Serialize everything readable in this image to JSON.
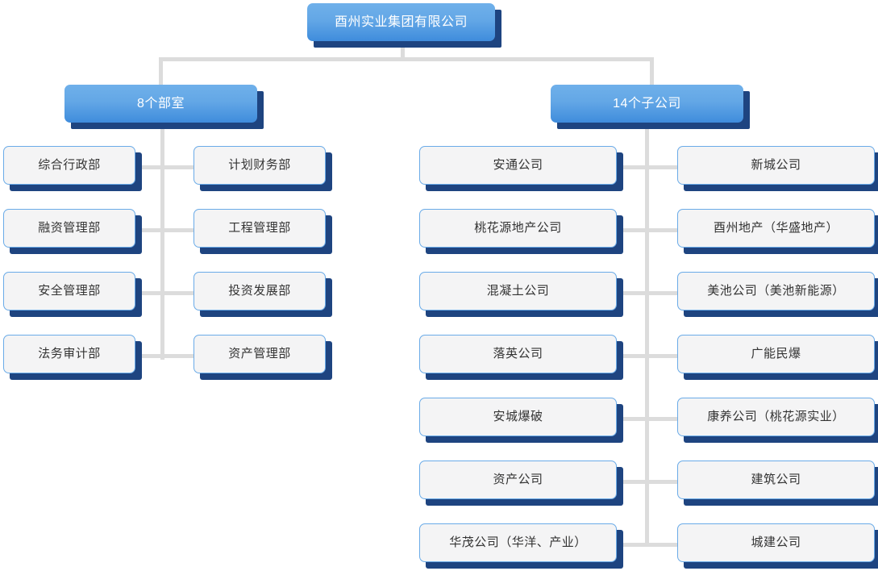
{
  "chart": {
    "type": "org-chart",
    "root": {
      "label": "酉州实业集团有限公司"
    },
    "branches": [
      {
        "header": "8个部室",
        "nodes": [
          "综合行政部",
          "计划财务部",
          "融资管理部",
          "工程管理部",
          "安全管理部",
          "投资发展部",
          "法务审计部",
          "资产管理部"
        ]
      },
      {
        "header": "14个子公司",
        "nodes": [
          "安通公司",
          "新城公司",
          "桃花源地产公司",
          "酉州地产（华盛地产）",
          "混凝土公司",
          "美池公司（美池新能源）",
          "落英公司",
          "广能民爆",
          "安城爆破",
          "康养公司（桃花源实业）",
          "资产公司",
          "建筑公司",
          "华茂公司（华洋、产业）",
          "城建公司"
        ]
      }
    ]
  },
  "colors": {
    "node_blue_top": "#6fb0ea",
    "node_blue_bottom": "#3f8cdc",
    "node_shadow": "#1e4480",
    "node_light_fill": "#f4f4f5",
    "node_light_border": "#6aabe8",
    "connector": "#dcdcdc",
    "background": "#ffffff"
  }
}
